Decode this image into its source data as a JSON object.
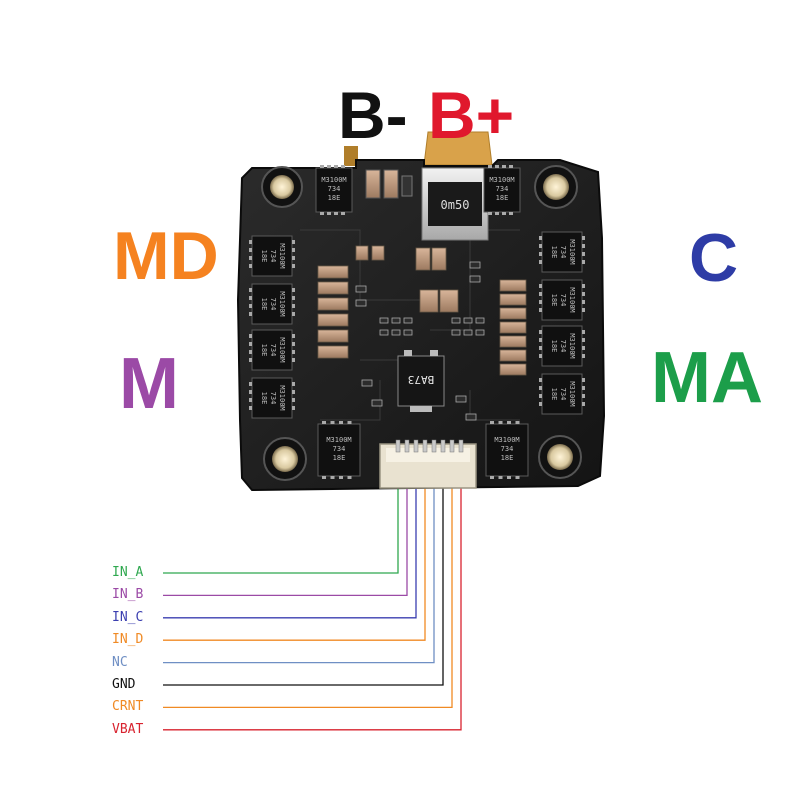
{
  "power_labels": {
    "negative": "B-",
    "positive": "B+",
    "negative_color": "#111111",
    "positive_color": "#e0182d"
  },
  "motor_labels": [
    {
      "text": "MD",
      "color": "#f58220"
    },
    {
      "text": "C",
      "color": "#2e3ca6"
    },
    {
      "text": "M",
      "color": "#9b4aa6"
    },
    {
      "text": "MA",
      "color": "#1c9e4a"
    }
  ],
  "board": {
    "top_component_marking": "0m50",
    "center_component_marking": "BA73",
    "chip_marking": "M3100M",
    "chip_code": "734",
    "chip_suffix": "18E"
  },
  "pins": [
    {
      "label": "IN_A",
      "color": "#2fa84f"
    },
    {
      "label": "IN_B",
      "color": "#9b4aa6"
    },
    {
      "label": "IN_C",
      "color": "#3b3fb0"
    },
    {
      "label": "IN_D",
      "color": "#f08a24"
    },
    {
      "label": "NC",
      "color": "#6f8fc4"
    },
    {
      "label": "GND",
      "color": "#111111"
    },
    {
      "label": "CRNT",
      "color": "#f08a24"
    },
    {
      "label": "VBAT",
      "color": "#d8232f"
    }
  ]
}
